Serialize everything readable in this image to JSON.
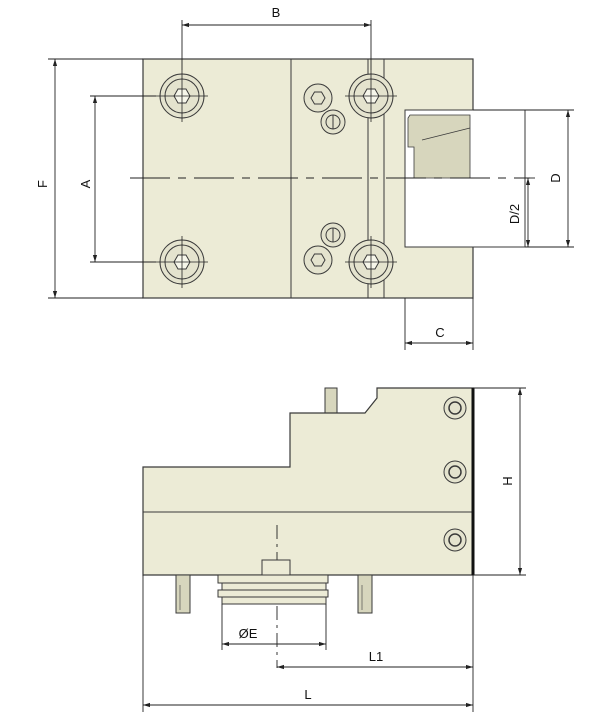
{
  "colors": {
    "body_fill": "#ecebd6",
    "body_fill_dark": "#d7d6bd",
    "outline": "#3a3a3a",
    "dimension_line": "#222222",
    "bolt_fill": "#e4e3ce"
  },
  "labels": {
    "B": "B",
    "A": "A",
    "F": "F",
    "D": "D",
    "D_half": "D/2",
    "C": "C",
    "H": "H",
    "E": "ØE",
    "L1": "L1",
    "L": "L"
  },
  "icons": {
    "socket_head_bolt": "hex-socket-bolt-icon",
    "hex_screw": "hex-screw-icon",
    "pin": "dowel-pin-icon"
  }
}
